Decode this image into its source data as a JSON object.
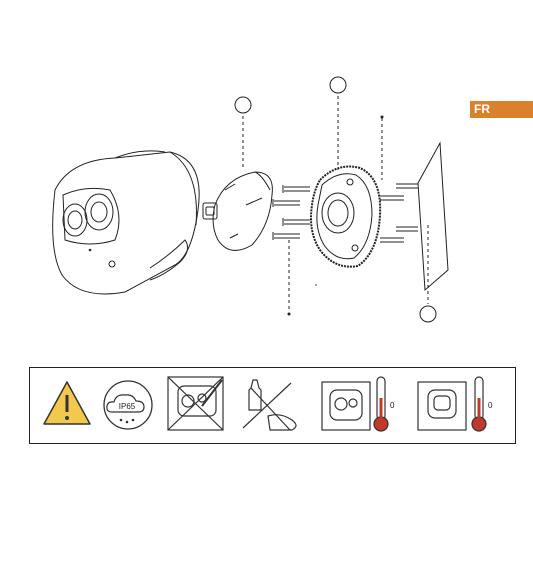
{
  "language_tab": "FR",
  "callouts": {
    "a": "",
    "b": "",
    "c": ""
  },
  "icons": {
    "ip_rating": "IP65",
    "thermo_left": "0",
    "thermo_right": "0"
  },
  "colors": {
    "accent": "#d9822b",
    "line": "#222222",
    "warning": "#f2c94c"
  },
  "icon_names": [
    "warning-icon",
    "ip65-icon",
    "no-disassemble-icon",
    "no-solvent-icon",
    "camera-temperature-icon",
    "base-temperature-icon"
  ]
}
